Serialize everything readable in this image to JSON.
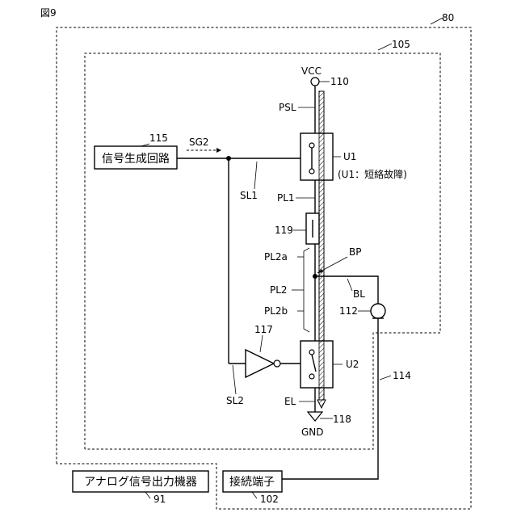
{
  "figure_label": "図9",
  "refs": {
    "outer": "80",
    "inner": "105",
    "vcc_terminal": "110",
    "signal_gen": "115",
    "resistor": "119",
    "connector": "112",
    "inverter": "117",
    "wire_114": "114",
    "gnd_terminal": "118",
    "analog_device": "91",
    "connection_terminal": "102"
  },
  "labels": {
    "vcc": "VCC",
    "gnd": "GND",
    "psl": "PSL",
    "sg2": "SG2",
    "u1": "U1",
    "u1_note": "(U1：短絡故障)",
    "sl1": "SL1",
    "pl1": "PL1",
    "pl2a": "PL2a",
    "bp": "BP",
    "pl2": "PL2",
    "bl": "BL",
    "pl2b": "PL2b",
    "u2": "U2",
    "sl2": "SL2",
    "el": "EL"
  },
  "boxes": {
    "signal_gen": "信号生成回路",
    "analog_device": "アナログ信号出力機器",
    "connection_terminal": "接続端子"
  }
}
